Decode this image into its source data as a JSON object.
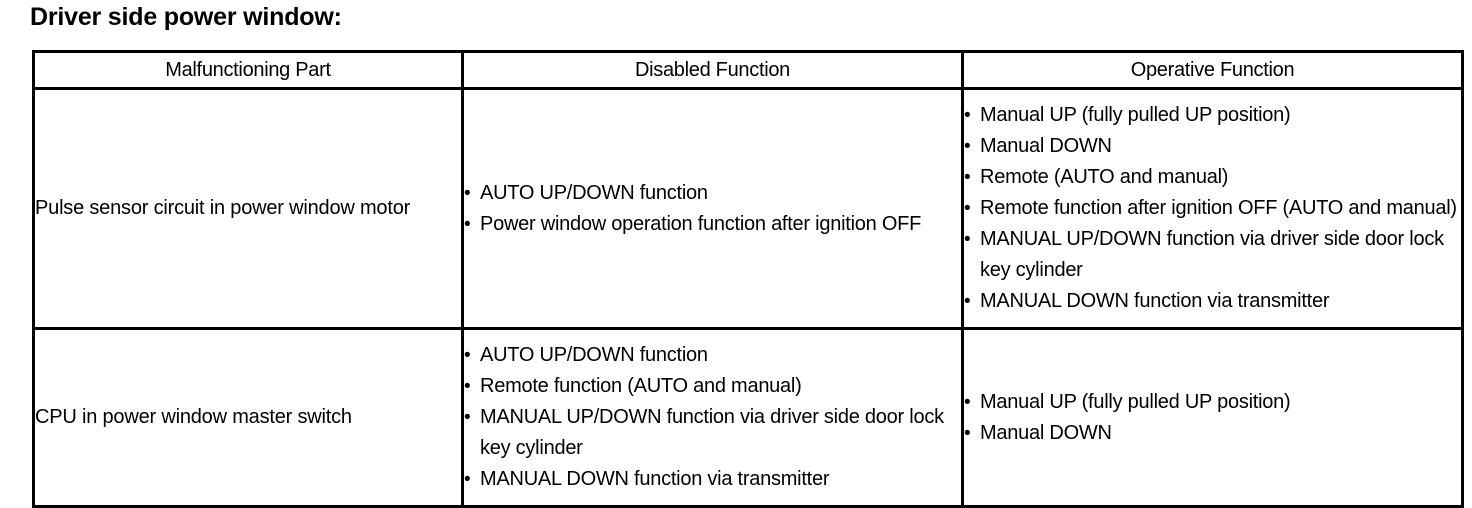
{
  "document": {
    "title": "Driver side power window:"
  },
  "table": {
    "headers": [
      "Malfunctioning Part",
      "Disabled Function",
      "Operative Function"
    ],
    "rows": [
      {
        "part": "Pulse sensor circuit in power window motor",
        "disabled": [
          "AUTO UP/DOWN function",
          "Power window operation function after ignition OFF"
        ],
        "operative": [
          "Manual UP (fully pulled UP position)",
          "Manual DOWN",
          "Remote (AUTO and manual)",
          "Remote function after ignition OFF (AUTO and manual)",
          "MANUAL UP/DOWN function via driver side door lock key cylinder",
          "MANUAL DOWN function via transmitter"
        ]
      },
      {
        "part": "CPU in power window master switch",
        "disabled": [
          "AUTO UP/DOWN function",
          "Remote function (AUTO and manual)",
          "MANUAL UP/DOWN function via driver side door lock key cylinder",
          "MANUAL DOWN function via transmitter"
        ],
        "operative": [
          "Manual UP (fully pulled UP position)",
          "Manual DOWN"
        ]
      }
    ]
  },
  "colors": {
    "border": "#000000",
    "text": "#000000",
    "background": "#ffffff"
  }
}
